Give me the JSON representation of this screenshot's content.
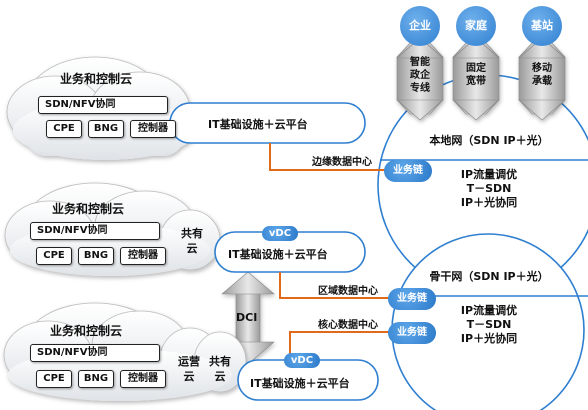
{
  "top_nodes": [
    {
      "label": "企业",
      "access": [
        "智能",
        "政企",
        "专线"
      ]
    },
    {
      "label": "家庭",
      "access": [
        "固定",
        "宽带"
      ]
    },
    {
      "label": "基站",
      "access": [
        "移动",
        "承载"
      ]
    }
  ],
  "clouds": [
    {
      "title": "业务和控制云",
      "sdn": "SDN/NFV协同",
      "items": [
        "CPE",
        "BNG",
        "控制器"
      ]
    },
    {
      "title": "业务和控制云",
      "sdn": "SDN/NFV协同",
      "items": [
        "CPE",
        "BNG",
        "控制器"
      ]
    },
    {
      "title": "业务和控制云",
      "sdn": "SDN/NFV协同",
      "items": [
        "CPE",
        "BNG",
        "控制器"
      ]
    }
  ],
  "infra_label": "IT基础设施＋云平台",
  "shared_cloud": [
    "共有",
    "云"
  ],
  "ops_cloud": [
    "运营",
    "云"
  ],
  "vdc_label": "vDC",
  "dci_label": "DCI",
  "dc_labels": {
    "edge": "边缘数据中心",
    "regional": "区域数据中心",
    "core": "核心数据中心"
  },
  "service_chain_label": "业务链",
  "local_network": {
    "title": "本地网（SDN IP＋光）",
    "features": [
      "IP流量调优",
      "T－SDN",
      "IP＋光协同"
    ]
  },
  "backbone_network": {
    "title": "骨干网（SDN IP＋光）",
    "features": [
      "IP流量调优",
      "T－SDN",
      "IP＋光协同"
    ]
  },
  "colors": {
    "accent_blue": "#2f7fd0",
    "line_orange": "#e06a1a",
    "cloud_fill": "#f4f6f8",
    "box_gray": "#e4e7ea"
  }
}
